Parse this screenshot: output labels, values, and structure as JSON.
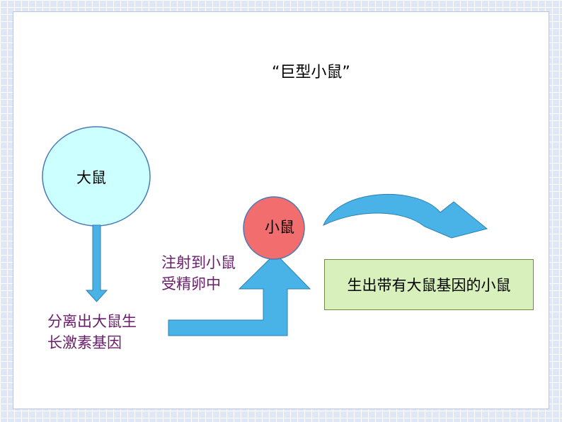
{
  "title": "“巨型小鼠”",
  "nodes": {
    "rat": "大鼠",
    "mouse": "小鼠",
    "result": "生出带有大鼠基因的小鼠"
  },
  "labels": {
    "inject_line1": "注射到小鼠",
    "inject_line2": "受精卵中",
    "isolate_line1": "分离出大鼠生",
    "isolate_line2": "长激素基因"
  },
  "colors": {
    "rat_fill": "#ccffff",
    "mouse_fill": "#f26d6d",
    "result_fill": "#d7f0bc",
    "arrow_fill": "#49b3e8",
    "label_text": "#6b1d6d"
  }
}
